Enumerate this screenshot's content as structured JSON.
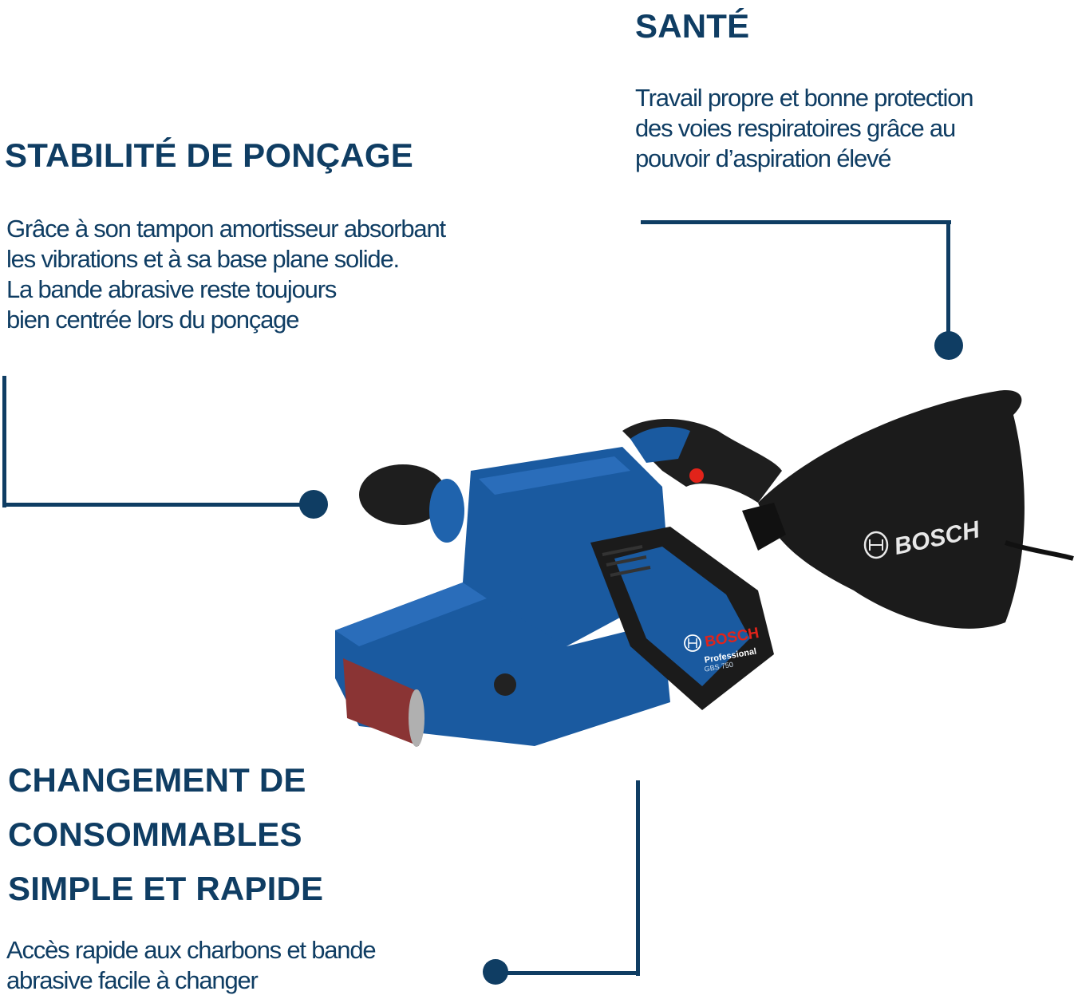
{
  "colors": {
    "brand_navy": "#0f3d63",
    "tool_blue": "#1a5aa0",
    "tool_black": "#1b1b1b",
    "bosch_red": "#e2231a",
    "belt_red": "#8a3434"
  },
  "features": [
    {
      "title": "SANTÉ",
      "lines": [
        "Travail propre et bonne protection",
        "des voies respiratoires grâce au",
        "pouvoir d’aspiration élevé"
      ]
    },
    {
      "title": "STABILITÉ DE PONÇAGE",
      "lines": [
        "Grâce à son tampon amortisseur absorbant",
        "les vibrations et à sa base plane solide.",
        "La bande abrasive reste toujours",
        "bien centrée lors du ponçage"
      ]
    },
    {
      "title_lines": [
        "CHANGEMENT DE",
        "CONSOMMABLES",
        "SIMPLE ET RAPIDE"
      ],
      "lines": [
        "Accès rapide aux charbons et bande",
        "abrasive facile à changer"
      ]
    }
  ],
  "product": {
    "brand": "BOSCH",
    "line": "Professional",
    "model": "GBS 750",
    "bag_brand": "BOSCH",
    "logo_icon": "bosch-armature-logo-icon"
  }
}
